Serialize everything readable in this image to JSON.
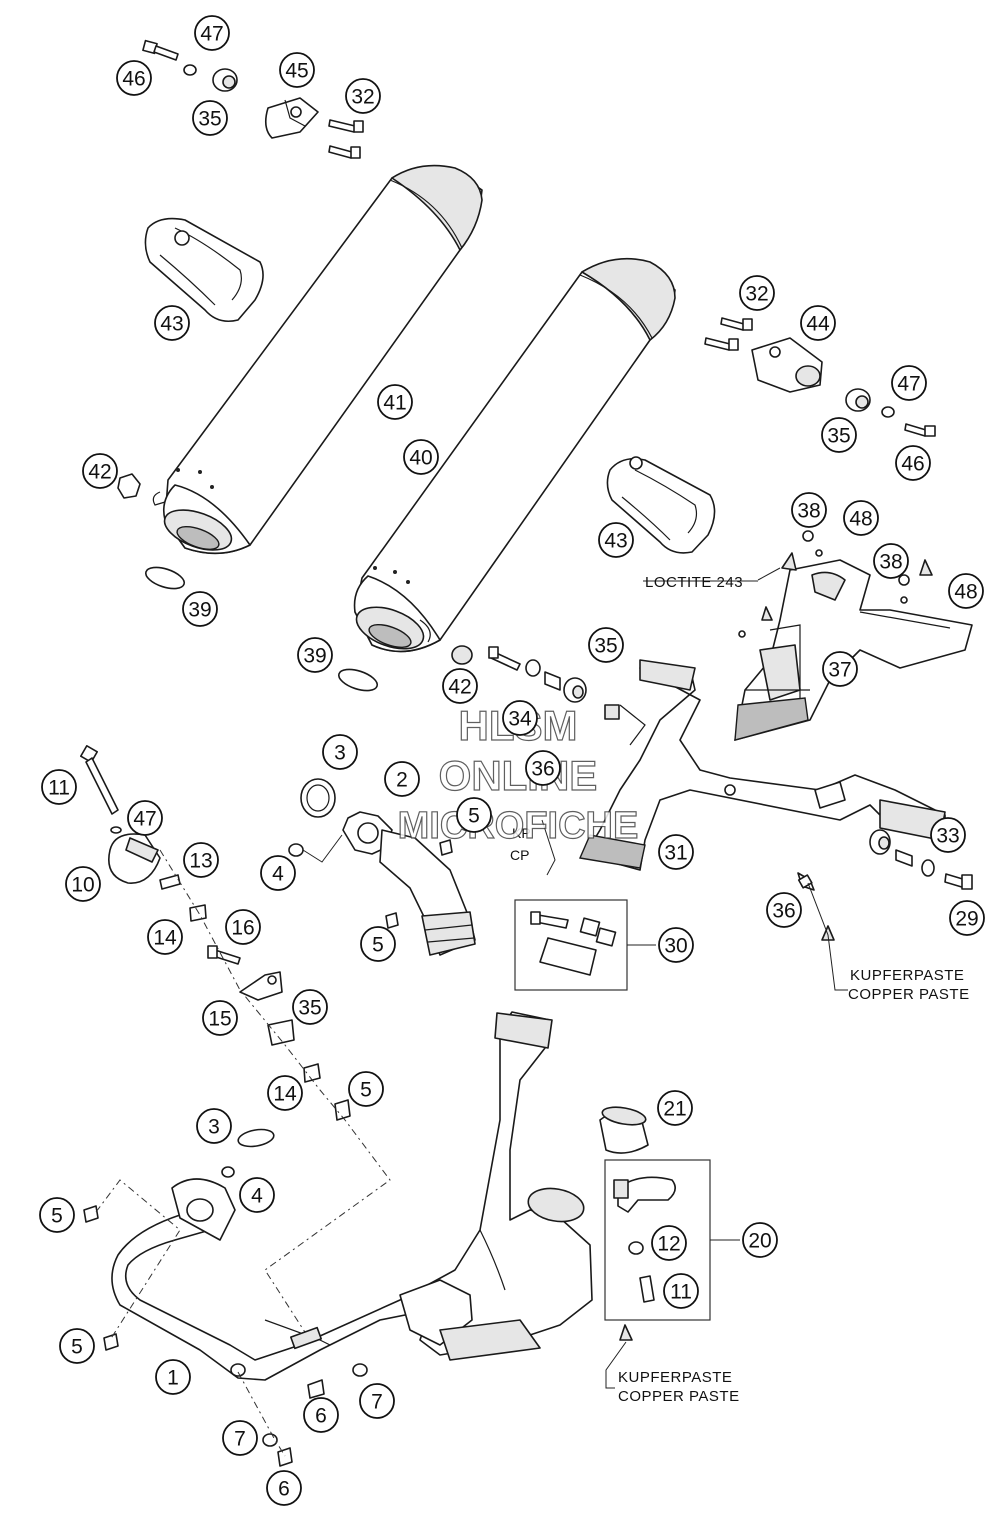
{
  "watermark": [
    "HLSM",
    "ONLINE",
    "MICROFICHE"
  ],
  "notes": {
    "loctite": "LOCTITE 243",
    "kp": "KP",
    "cp": "CP",
    "kupferpaste_right": "KUPFERPASTE",
    "copper_paste_right": "COPPER PASTE",
    "kupferpaste_bottom": "KUPFERPASTE",
    "copper_paste_bottom": "COPPER PASTE"
  },
  "callouts": [
    {
      "id": "c1",
      "label": "47"
    },
    {
      "id": "c2",
      "label": "46"
    },
    {
      "id": "c3",
      "label": "35"
    },
    {
      "id": "c4",
      "label": "45"
    },
    {
      "id": "c5",
      "label": "32"
    },
    {
      "id": "c6",
      "label": "43"
    },
    {
      "id": "c7",
      "label": "41"
    },
    {
      "id": "c8",
      "label": "40"
    },
    {
      "id": "c9",
      "label": "42"
    },
    {
      "id": "c10",
      "label": "39"
    },
    {
      "id": "c11",
      "label": "32"
    },
    {
      "id": "c12",
      "label": "44"
    },
    {
      "id": "c13",
      "label": "47"
    },
    {
      "id": "c14",
      "label": "35"
    },
    {
      "id": "c15",
      "label": "46"
    },
    {
      "id": "c16",
      "label": "43"
    },
    {
      "id": "c17",
      "label": "38"
    },
    {
      "id": "c18",
      "label": "48"
    },
    {
      "id": "c19",
      "label": "38"
    },
    {
      "id": "c20",
      "label": "48"
    },
    {
      "id": "c21",
      "label": "37"
    },
    {
      "id": "c22",
      "label": "39"
    },
    {
      "id": "c23",
      "label": "42"
    },
    {
      "id": "c24",
      "label": "35"
    },
    {
      "id": "c25",
      "label": "34"
    },
    {
      "id": "c26",
      "label": "36"
    },
    {
      "id": "c27",
      "label": "5"
    },
    {
      "id": "c28",
      "label": "3"
    },
    {
      "id": "c29",
      "label": "2"
    },
    {
      "id": "c30",
      "label": "11"
    },
    {
      "id": "c31",
      "label": "47"
    },
    {
      "id": "c32",
      "label": "13"
    },
    {
      "id": "c33",
      "label": "10"
    },
    {
      "id": "c34",
      "label": "4"
    },
    {
      "id": "c35",
      "label": "5"
    },
    {
      "id": "c36",
      "label": "31"
    },
    {
      "id": "c37",
      "label": "33"
    },
    {
      "id": "c38",
      "label": "36"
    },
    {
      "id": "c39",
      "label": "29"
    },
    {
      "id": "c40",
      "label": "30"
    },
    {
      "id": "c41",
      "label": "14"
    },
    {
      "id": "c42",
      "label": "16"
    },
    {
      "id": "c43",
      "label": "15"
    },
    {
      "id": "c44",
      "label": "35"
    },
    {
      "id": "c45",
      "label": "14"
    },
    {
      "id": "c46",
      "label": "5"
    },
    {
      "id": "c47",
      "label": "21"
    },
    {
      "id": "c48",
      "label": "3"
    },
    {
      "id": "c49",
      "label": "4"
    },
    {
      "id": "c50",
      "label": "5"
    },
    {
      "id": "c51",
      "label": "20"
    },
    {
      "id": "c52",
      "label": "12"
    },
    {
      "id": "c53",
      "label": "11"
    },
    {
      "id": "c54",
      "label": "5"
    },
    {
      "id": "c55",
      "label": "1"
    },
    {
      "id": "c56",
      "label": "7"
    },
    {
      "id": "c57",
      "label": "6"
    },
    {
      "id": "c58",
      "label": "7"
    },
    {
      "id": "c59",
      "label": "6"
    }
  ]
}
